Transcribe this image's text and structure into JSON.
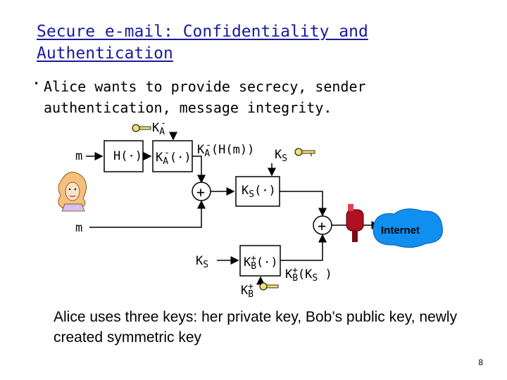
{
  "slide": {
    "title_line1": "Secure e-mail: Confidentiality and",
    "title_line2": "Authentication",
    "bullet_marker": "•",
    "bullet_text": "Alice wants to provide secrecy, sender authentication, message integrity.",
    "footer_text": "Alice uses three keys: her private key, Bob’s public key, newly created symmetric key",
    "page_number": "8"
  },
  "diagram": {
    "m_left": "m",
    "m_bottom": "m",
    "hash_box": "H(·)",
    "sign_box": {
      "k": "K",
      "sub": "A",
      "mark": "-",
      "rest": "(·)"
    },
    "signed_hash": {
      "k": "K",
      "sub": "A",
      "mark": "-",
      "rest": "(H(m))"
    },
    "key_private": {
      "k": "K",
      "sub": "A",
      "mark": "-"
    },
    "key_symmetric_top": {
      "k": "K",
      "sub": "S"
    },
    "encrypt_symmetric": {
      "k": "K",
      "sub": "S",
      "rest": "(·)"
    },
    "key_symmetric_bottom": {
      "k": "K",
      "sub": "S"
    },
    "encrypt_public": {
      "k": "K",
      "sub": "B",
      "mark": "+",
      "rest": "(·)"
    },
    "key_public": {
      "k": "K",
      "sub": "B",
      "mark": "+"
    },
    "encrypted_key": {
      "k": "K",
      "sub": "B",
      "mark": "+",
      "rest": "(K",
      "inner_sub": "S",
      "close": " )"
    },
    "plus_top": "+",
    "plus_right": "+",
    "internet_label": "Internet"
  },
  "colors": {
    "title": "#1a1a9e",
    "internet_cloud": "#0f8ff0",
    "key_gold": "#f0e070",
    "mailbox_red": "#b01020"
  }
}
